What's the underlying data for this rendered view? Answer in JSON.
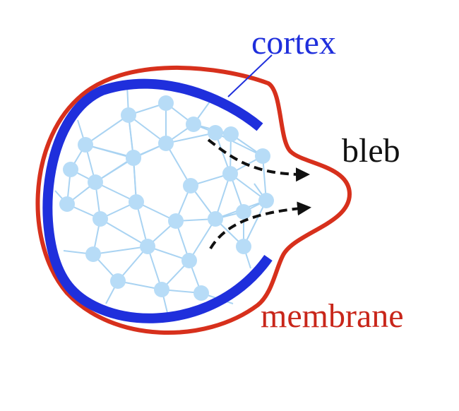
{
  "labels": {
    "cortex": "cortex",
    "bleb": "bleb",
    "membrane": "membrane"
  },
  "colors": {
    "membrane": "#d7301c",
    "cortex": "#1f2fdc",
    "cortex_label": "#1f2fdc",
    "membrane_label": "#c8261a",
    "node": "#b7dcf7",
    "edge": "#a9d3f2",
    "arrow": "#111111",
    "bleb_label": "#111111"
  }
}
